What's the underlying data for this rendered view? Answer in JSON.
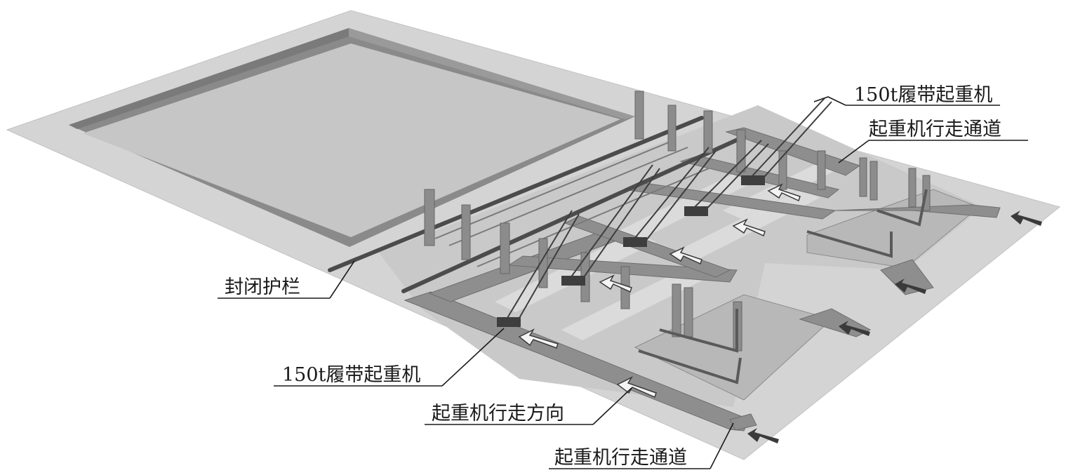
{
  "labels": {
    "crawler_crane_top": "150t履带起重机",
    "crane_passage_top": "起重机行走通道",
    "closed_guardrail": "封闭护栏",
    "crawler_crane_bottom": "150t履带起重机",
    "crane_travel_direction": "起重机行走方向",
    "crane_passage_bottom": "起重机行走通道"
  },
  "colors": {
    "ground": "#d2d2d2",
    "pit_floor": "#c3c3c3",
    "pit_wall": "#8a8a8a",
    "road": "#8e8e8e",
    "road_edge": "#6e6e6e",
    "column": "#8c8c8c",
    "column_dark": "#6a6a6a",
    "crane": "#3e3e3e",
    "arrow_fill": "#f4f4f4"
  }
}
